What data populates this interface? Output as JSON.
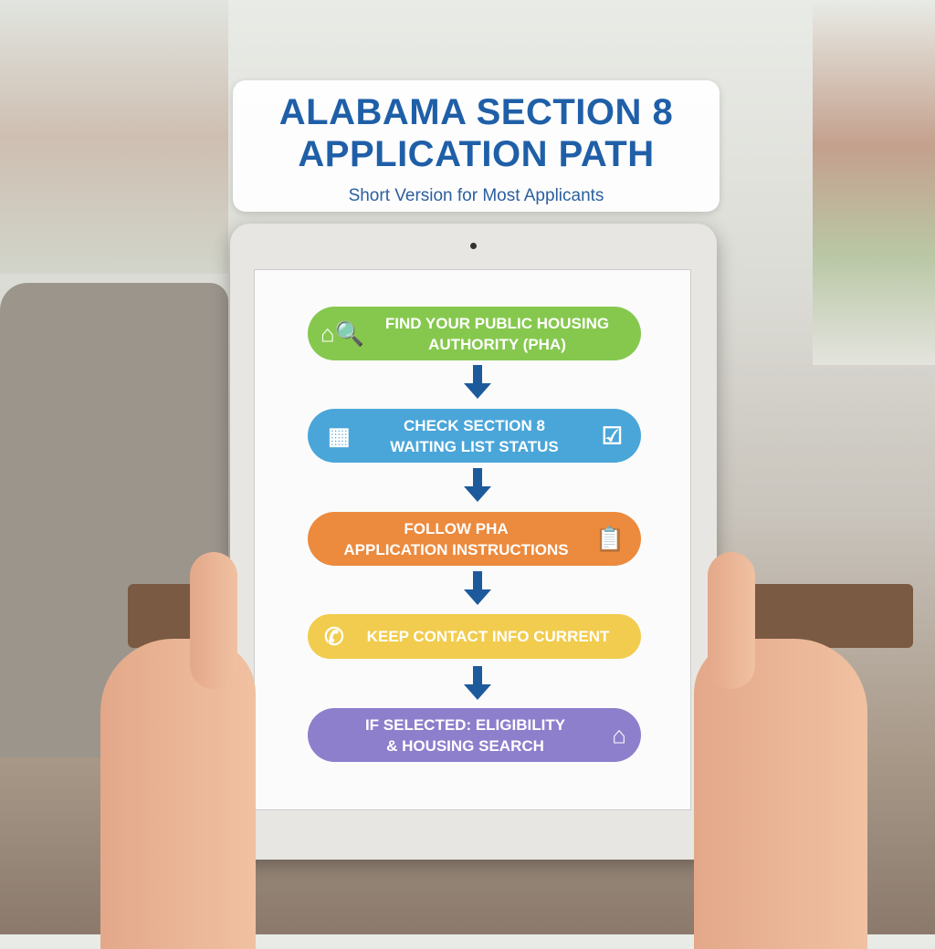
{
  "header": {
    "title_line1": "ALABAMA SECTION 8",
    "title_line2": "APPLICATION PATH",
    "subtitle": "Short Version for Most Applicants"
  },
  "steps": [
    {
      "line1": "FIND YOUR PUBLIC HOUSING",
      "line2": "AUTHORITY (PHA)",
      "icon": "house-search-icon",
      "color": "#86c84e"
    },
    {
      "line1": "CHECK SECTION 8",
      "line2": "WAITING LIST STATUS",
      "icon": "calendar-icon",
      "icon2": "calendar-check-icon",
      "color": "#4aa6d9"
    },
    {
      "line1": "FOLLOW PHA",
      "line2": "APPLICATION INSTRUCTIONS",
      "icon": "clipboard-pen-icon",
      "color": "#ec8a3e"
    },
    {
      "line1": "KEEP CONTACT INFO CURRENT",
      "line2": "",
      "icon": "phone-update-icon",
      "color": "#f1cc4e"
    },
    {
      "line1": "IF SELECTED: ELIGIBILITY",
      "line2": "& HOUSING SEARCH",
      "icon": "family-house-icon",
      "color": "#8e7fcc"
    }
  ],
  "arrow_color": "#1c5a9c"
}
